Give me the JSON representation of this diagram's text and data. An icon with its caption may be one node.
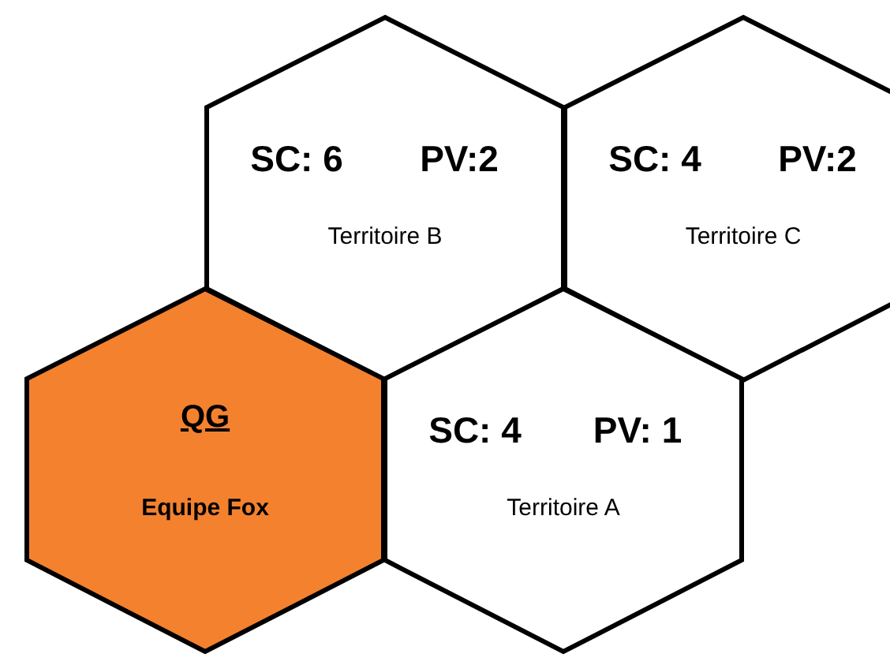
{
  "diagram": {
    "nodes": [
      {
        "text": [
          "SC: 6",
          "PV:2",
          "Territoire B"
        ]
      },
      {
        "text": [
          "SC: 4",
          "PV:2",
          "Territoire C"
        ]
      },
      {
        "text": [
          "QG",
          "Equipe Fox"
        ]
      },
      {
        "text": [
          "SC: 4",
          "PV: 1",
          "Territoire A"
        ]
      }
    ]
  }
}
